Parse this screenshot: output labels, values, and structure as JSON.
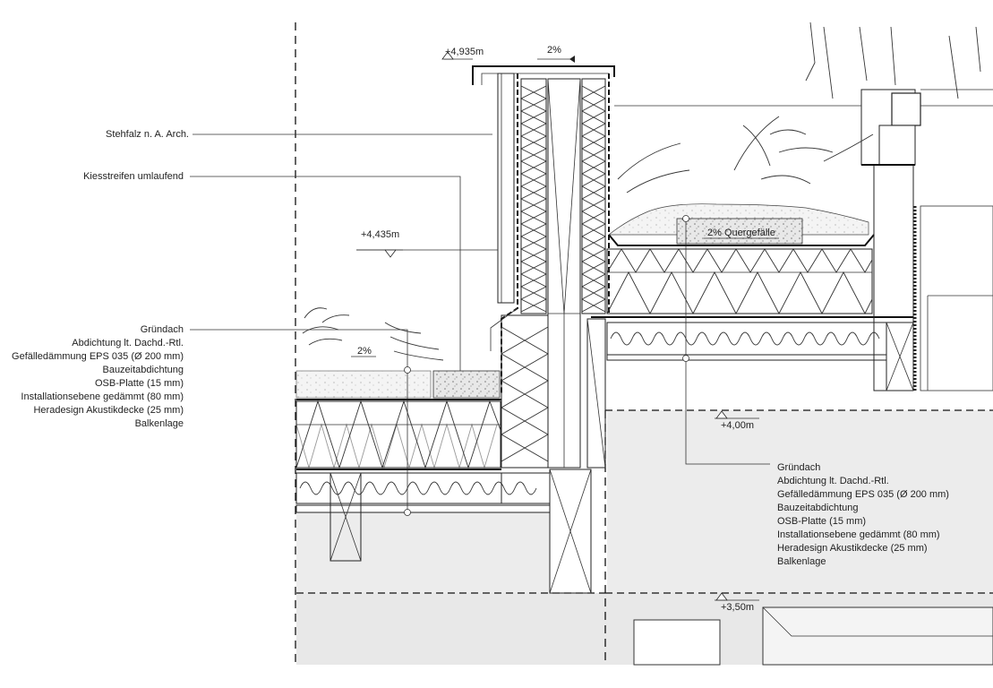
{
  "levels": {
    "top": "+4,935m",
    "parapet_mid": "+4,435m",
    "floor_right": "+4,00m",
    "ceiling_right": "+3,50m"
  },
  "slopes": {
    "parapet_cap": "2%",
    "left_roof": "2%",
    "right_roof": "2% Quergefälle"
  },
  "callouts": {
    "stehfalz": "Stehfalz n. A. Arch.",
    "kiesstreifen": "Kiesstreifen umlaufend"
  },
  "layers_left": [
    "Gründach",
    "Abdichtung lt. Dachd.-Rtl.",
    "Gefälledämmung EPS 035 (Ø 200 mm)",
    "Bauzeitabdichtung",
    "OSB-Platte (15 mm)",
    "Installationsebene gedämmt (80 mm)",
    "Heradesign Akustikdecke (25 mm)",
    "Balkenlage"
  ],
  "layers_right": [
    "Gründach",
    "Abdichtung lt. Dachd.-Rtl.",
    "Gefälledämmung EPS 035 (Ø 200 mm)",
    "Bauzeitabdichtung",
    "OSB-Platte (15 mm)",
    "Installationsebene gedämmt (80 mm)",
    "Heradesign Akustikdecke (25 mm)",
    "Balkenlage"
  ],
  "colors": {
    "line": "#222222",
    "fill_ceiling": "#ececec",
    "gravel": "#e6e6e6"
  }
}
